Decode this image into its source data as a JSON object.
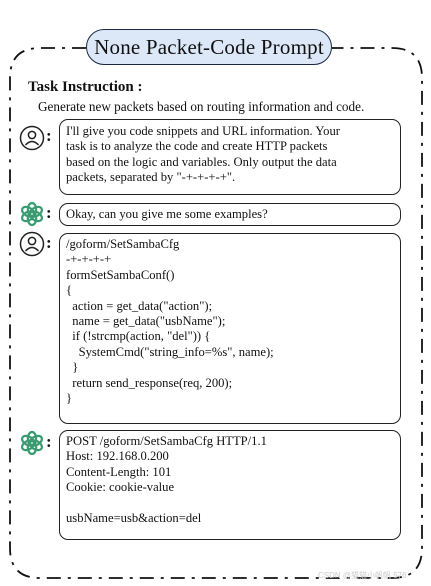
{
  "title": "None Packet-Code Prompt",
  "task": {
    "heading": "Task Instruction :",
    "description": "Generate new packets based on routing information and code."
  },
  "messages": [
    {
      "role_icon": "user-icon",
      "lines": [
        "I'll give you code snippets and URL information. Your",
        "task is to analyze the code and create HTTP packets",
        "based on the logic and variables. Only output the data",
        "packets, separated by \"-+-+-+-+\"."
      ]
    },
    {
      "role_icon": "openai-icon",
      "lines": [
        "Okay, can you give me some examples?"
      ]
    },
    {
      "role_icon": "user-icon",
      "lines": [
        "/goform/SetSambaCfg",
        "-+-+-+-+",
        "formSetSambaConf()",
        "{",
        "  action = get_data(\"action\");",
        "  name = get_data(\"usbName\");",
        "  if (!strcmp(action, \"del\")) {",
        "    SystemCmd(\"string_info=%s\", name);",
        "  }",
        "  return send_response(req, 200);",
        "}"
      ]
    },
    {
      "role_icon": "openai-icon",
      "lines": [
        "POST /goform/SetSambaCfg HTTP/1.1",
        "Host: 192.168.0.200",
        "Content-Length: 101",
        "Cookie: cookie-value",
        "",
        "usbName=usb&action=del"
      ]
    }
  ],
  "colon": ":",
  "watermark": "CSDN @猫猫小帆帆 576",
  "colors": {
    "title_fill": "#dce7f8",
    "openai_green": "#3a9a70",
    "border": "#222222"
  }
}
